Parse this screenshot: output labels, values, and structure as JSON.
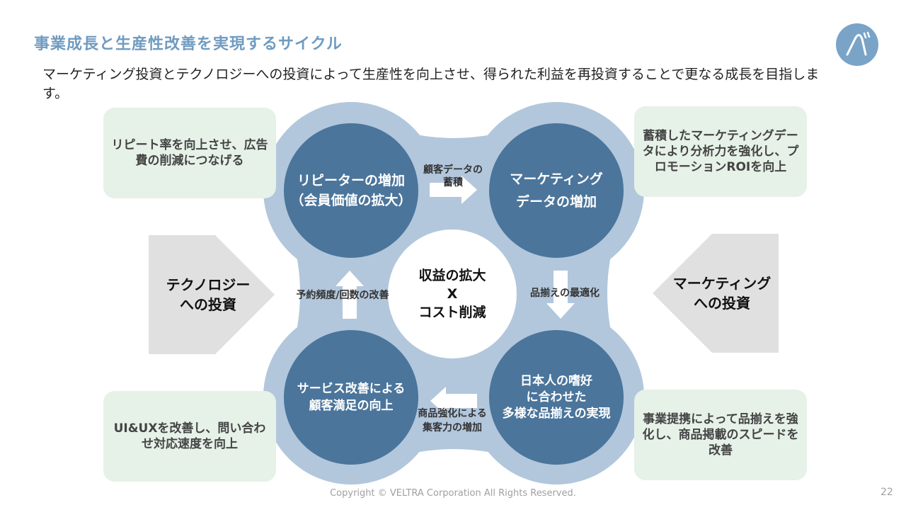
{
  "title": "事業成長と生産性改善を実現するサイクル",
  "subtitle": "マーケティング投資とテクノロジーへの投資によって生産性を向上させ、得られた利益を再投資することで更なる成長を目指します。",
  "logo": {
    "icon": "veltra-logo-icon",
    "color": "#7aa3c8"
  },
  "side_boxes": {
    "top_left": "リピート率を向上させ、広告費の削減につなげる",
    "top_right": "蓄積したマーケティングデータにより分析力を強化し、プロモーションROIを向上",
    "bottom_left": "UI&UXを改善し、問い合わせ対応速度を向上",
    "bottom_right": "事業提携によって品揃えを強化し、商品掲載のスピードを改善"
  },
  "pentagons": {
    "left": [
      "テクノロジー",
      "への投資"
    ],
    "right": [
      "マーケティング",
      "への投資"
    ]
  },
  "circles": {
    "top_left": [
      "リピーターの増加",
      "（会員価値の拡大）"
    ],
    "top_right": [
      "マーケティング",
      "データの増加"
    ],
    "bottom_left": [
      "サービス改善による",
      "顧客満足の向上"
    ],
    "bottom_right": [
      "日本人の嗜好",
      "に合わせた",
      "多様な品揃えの実現"
    ]
  },
  "center": [
    "収益の拡大",
    "X",
    "コスト削減"
  ],
  "arrow_labels": {
    "top": [
      "顧客データの",
      "蓄積"
    ],
    "right": "品揃えの最適化",
    "bottom": [
      "商品強化による",
      "集客力の増加"
    ],
    "left": "予約頻度/回数の改善"
  },
  "colors": {
    "title": "#6f9bc1",
    "circle_fill": "#4b759b",
    "ring_fill": "#b2c7dc",
    "side_box_fill": "#e6f1e8",
    "pentagon_fill": "#e0e0e0"
  },
  "footer": "Copyright © VELTRA Corporation All Rights Reserved.",
  "page_number": "22"
}
